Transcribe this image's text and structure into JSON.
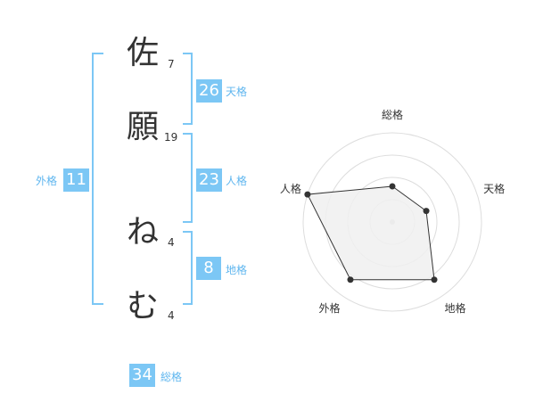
{
  "characters": [
    {
      "char": "佐",
      "strokes": "7"
    },
    {
      "char": "願",
      "strokes": "19"
    },
    {
      "char": "ね",
      "strokes": "4"
    },
    {
      "char": "む",
      "strokes": "4"
    }
  ],
  "scores": {
    "tenkaku": {
      "value": "26",
      "label": "天格"
    },
    "jinkaku": {
      "value": "23",
      "label": "人格"
    },
    "chikaku": {
      "value": "8",
      "label": "地格"
    },
    "gaikaku": {
      "value": "11",
      "label": "外格"
    },
    "soukaku": {
      "value": "34",
      "label": "総格"
    }
  },
  "colors": {
    "accent": "#7cc7f5",
    "accent_text": "#5fb6ef",
    "bracket": "#7cc7f5",
    "radar_fill": "#f0f0f0",
    "radar_line": "#333333",
    "grid": "#dddddd"
  },
  "chart_data": {
    "type": "radar",
    "axes": [
      "総格",
      "天格",
      "地格",
      "外格",
      "人格"
    ],
    "values": [
      2,
      2,
      4,
      4,
      5
    ],
    "max": 5,
    "rings": 4,
    "grid": true
  }
}
